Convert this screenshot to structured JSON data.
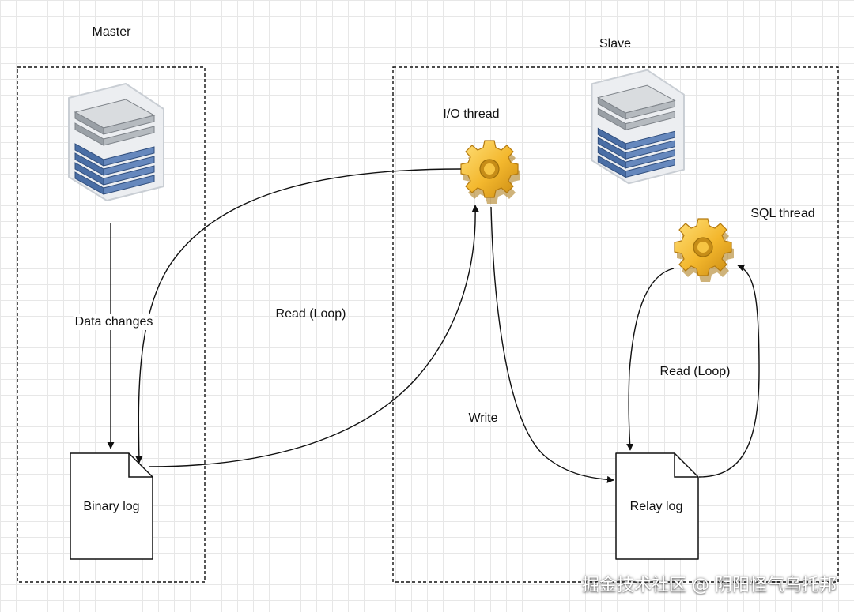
{
  "master": {
    "title": "Master",
    "binary_log_label": "Binary log",
    "data_changes_label": "Data changes"
  },
  "slave": {
    "title": "Slave",
    "io_thread_label": "I/O thread",
    "sql_thread_label": "SQL thread",
    "relay_log_label": "Relay log",
    "write_label": "Write",
    "read_loop_relay_label": "Read (Loop)"
  },
  "connections": {
    "read_loop_binary_label": "Read (Loop)"
  },
  "icons": {
    "server": "server-rack-icon",
    "gear": "gear-icon",
    "document": "document-icon"
  },
  "colors": {
    "server_blue": "#4a6ea5",
    "server_gray": "#9ea3a8",
    "gear_gold": "#f3b72d",
    "grid": "#e7e7e7",
    "line": "#111111"
  },
  "watermark": "掘金技术社区 @ 阴阳怪气乌托邦"
}
